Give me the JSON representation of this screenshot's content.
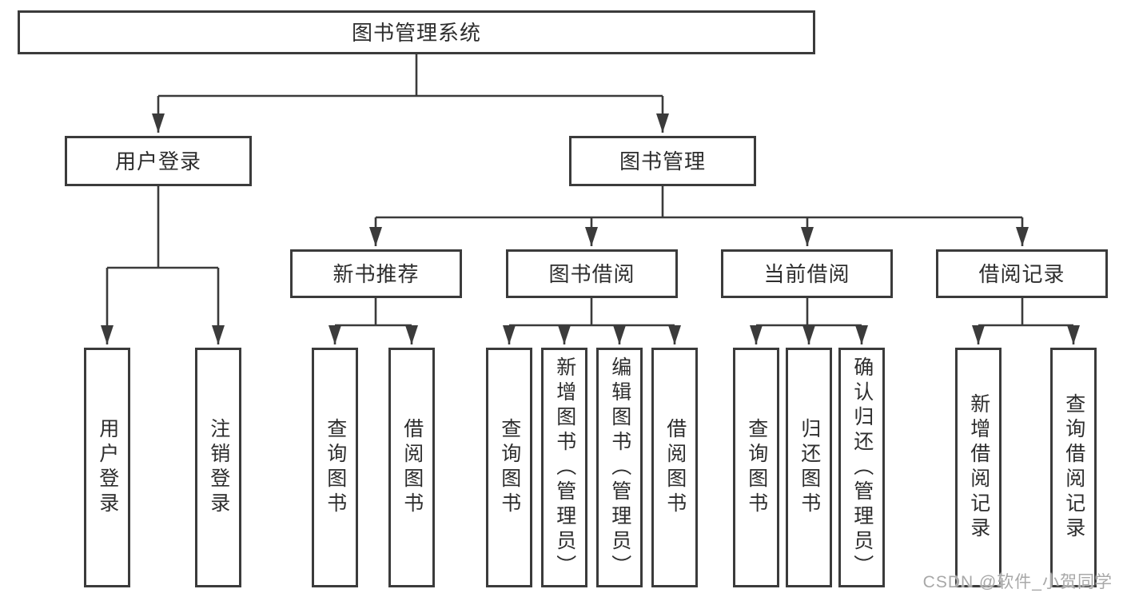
{
  "colors": {
    "line": "#3b3b3b",
    "text": "#2d2d2d",
    "watermark_gray": "#a8a8a8",
    "background": "#ffffff"
  },
  "watermark": {
    "text": "CSDN @软件_小贺同学"
  },
  "tree": {
    "root": {
      "label": "图书管理系统"
    },
    "branches": [
      {
        "label": "用户登录",
        "children": [
          {
            "label": "用户登录"
          },
          {
            "label": "注销登录"
          }
        ]
      },
      {
        "label": "图书管理",
        "children": [
          {
            "label": "新书推荐",
            "children": [
              {
                "label": "查询图书"
              },
              {
                "label": "借阅图书"
              }
            ]
          },
          {
            "label": "图书借阅",
            "children": [
              {
                "label": "查询图书"
              },
              {
                "label": "新增图书（管理员）"
              },
              {
                "label": "编辑图书（管理员）"
              },
              {
                "label": "借阅图书"
              }
            ]
          },
          {
            "label": "当前借阅",
            "children": [
              {
                "label": "查询图书"
              },
              {
                "label": "归还图书"
              },
              {
                "label": "确认归还（管理员）"
              }
            ]
          },
          {
            "label": "借阅记录",
            "children": [
              {
                "label": "新增借阅记录"
              },
              {
                "label": "查询借阅记录"
              }
            ]
          }
        ]
      }
    ]
  }
}
